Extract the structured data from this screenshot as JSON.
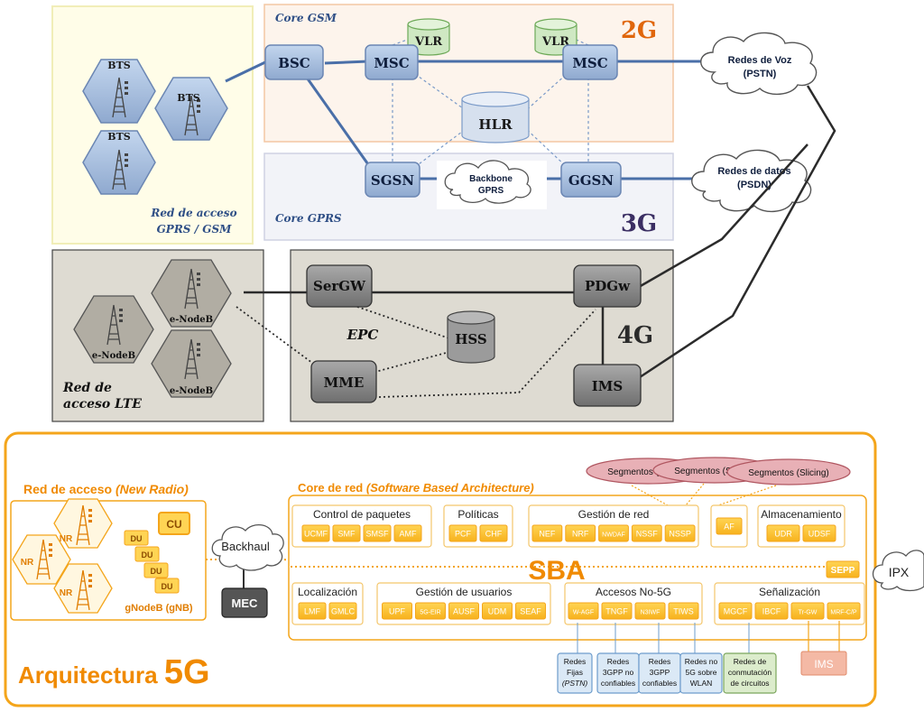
{
  "gsm": {
    "access_label_1": "Red de acceso",
    "access_label_2": "GPRS / GSM",
    "bts": [
      "BTS",
      "BTS",
      "BTS"
    ],
    "core_gsm": "Core GSM",
    "core_gprs": "Core GPRS",
    "gen_2g": "2G",
    "gen_3g": "3G",
    "bsc": "BSC",
    "msc_1": "MSC",
    "msc_2": "MSC",
    "vlr_1": "VLR",
    "vlr_2": "VLR",
    "hlr": "HLR",
    "sgsn": "SGSN",
    "ggsn": "GGSN",
    "backbone_1": "Backbone",
    "backbone_2": "GPRS",
    "voz_1": "Redes de Voz",
    "voz_2": "(PSTN)",
    "datos_1": "Redes de datos",
    "datos_2": "(PSDN)"
  },
  "lte": {
    "enodeb": [
      "e-NodeB",
      "e-NodeB",
      "e-NodeB"
    ],
    "access_1": "Red de",
    "access_2": "acceso LTE",
    "sergw": "SerGW",
    "pdgw": "PDGw",
    "epc": "EPC",
    "hss": "HSS",
    "mme": "MME",
    "ims": "IMS",
    "gen_4g": "4G"
  },
  "nr": {
    "title_a": "Red de acceso ",
    "title_b": "(New Radio)",
    "nr": [
      "NR",
      "NR",
      "NR"
    ],
    "cu": "CU",
    "du": [
      "DU",
      "DU",
      "DU",
      "DU"
    ],
    "gnodeb": "gNodeB (gNB)",
    "backhaul": "Backhaul",
    "mec": "MEC",
    "arch_a": "Arquitectura ",
    "arch_b": "5G"
  },
  "core5g": {
    "title_a": "Core de red ",
    "title_b": "(Software Based Architecture)",
    "sba": "SBA",
    "slicing": [
      "Segmentos (Slicing)",
      "Segmentos (Slicing)",
      "Segmentos (Slicing)"
    ],
    "ipx": "IPX",
    "sepp": "SEPP",
    "groups": {
      "control": {
        "title": "Control de paquetes",
        "items": [
          "UCMF",
          "SMF",
          "SMSF",
          "AMF"
        ]
      },
      "politicas": {
        "title": "Políticas",
        "items": [
          "PCF",
          "CHF"
        ]
      },
      "gestion_red": {
        "title": "Gestión de red",
        "items": [
          "NEF",
          "NRF",
          "NWDAF",
          "NSSF",
          "NSSP"
        ]
      },
      "af": {
        "items": [
          "AF"
        ]
      },
      "almacenamiento": {
        "title": "Almacenamiento",
        "items": [
          "UDR",
          "UDSF"
        ]
      },
      "localizacion": {
        "title": "Localización",
        "items": [
          "LMF",
          "GMLC"
        ]
      },
      "usuarios": {
        "title": "Gestión de usuarios",
        "items": [
          "UPF",
          "5G-EIR",
          "AUSF",
          "UDM",
          "SEAF"
        ]
      },
      "no5g": {
        "title": "Accesos No-5G",
        "items": [
          "W-AGF",
          "TNGF",
          "N3IWF",
          "TIWS"
        ]
      },
      "senal": {
        "title": "Señalización",
        "items": [
          "MGCF",
          "IBCF",
          "Tr-GW",
          "MRF-C/P"
        ]
      }
    },
    "ext": [
      [
        "Redes",
        "Fijas",
        "(PSTN)"
      ],
      [
        "Redes",
        "3GPP no",
        "confiables"
      ],
      [
        "Redes",
        "3GPP",
        "confiables"
      ],
      [
        "Redes no",
        "5G sobre",
        "WLAN"
      ],
      [
        "Redes de",
        "conmutación",
        "de circuitos"
      ]
    ],
    "ims": "IMS"
  },
  "colors": {
    "blue_node": "#a7bfdd",
    "blue_line": "#4a6fa8",
    "orange": "#f08a00",
    "orange_fill": "#fbc02d",
    "gray_panel": "#dedbd2",
    "gray_node": "#8c8c8c",
    "vlr_green": "#cfe8c3",
    "slicing_pink": "#e8b0b6"
  }
}
